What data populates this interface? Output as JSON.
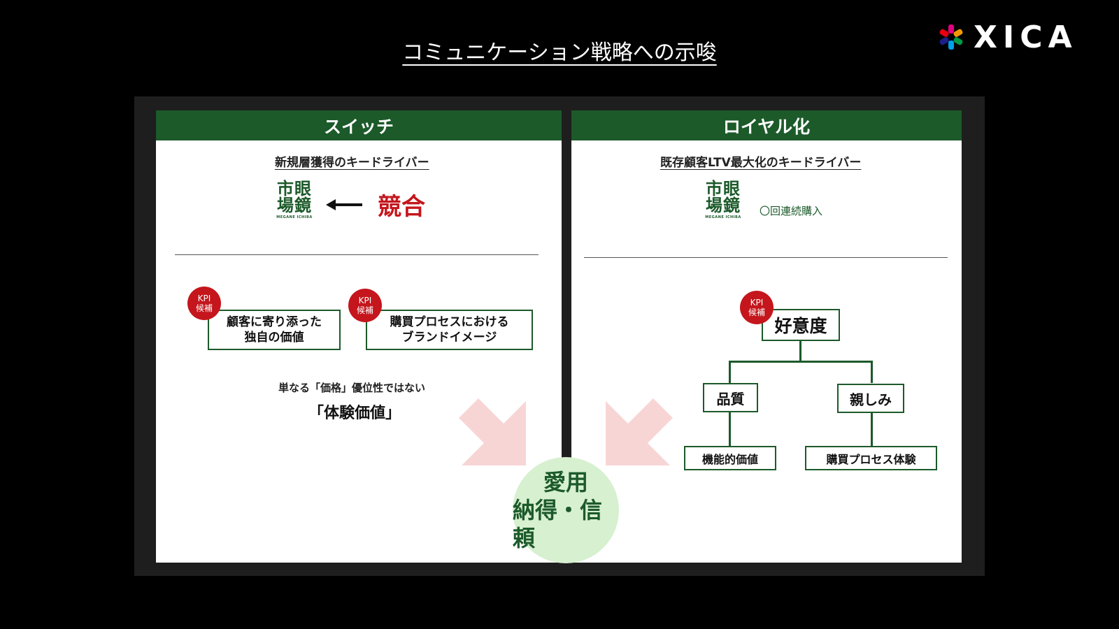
{
  "page": {
    "title": "コミュニケーション戦略への示唆"
  },
  "logo": {
    "text": "XICA",
    "icon": "pinwheel-icon"
  },
  "colors": {
    "accent_green": "#1c5a2a",
    "kpi_red": "#c4161c",
    "arrow_pink": "#f8d5d5",
    "circle_green": "#d7f0d0"
  },
  "brand": {
    "kanji_top": "市眼",
    "kanji_bottom": "場鏡",
    "sub": "MEGANE ICHIBA"
  },
  "left_panel": {
    "header": "スイッチ",
    "subtitle": "新規層獲得のキードライバー",
    "competitor": "競合",
    "kpi_badge_line1": "KPI",
    "kpi_badge_line2": "候補",
    "box1_line1": "顧客に寄り添った",
    "box1_line2": "独自の価値",
    "box2_line1": "購買プロセスにおける",
    "box2_line2": "ブランドイメージ",
    "note": "単なる「価格」優位性ではない",
    "emphasis": "「体験価値」"
  },
  "right_panel": {
    "header": "ロイヤル化",
    "subtitle": "既存顧客LTV最大化のキードライバー",
    "repeat_purchase": "〇回連続購入",
    "kpi_badge_line1": "KPI",
    "kpi_badge_line2": "候補",
    "top_box": "好意度",
    "mid_left": "品質",
    "mid_right": "親しみ",
    "bottom_left": "機能的価値",
    "bottom_right": "購買プロセス体験"
  },
  "center": {
    "line1": "愛用",
    "line2": "納得・信頼"
  }
}
